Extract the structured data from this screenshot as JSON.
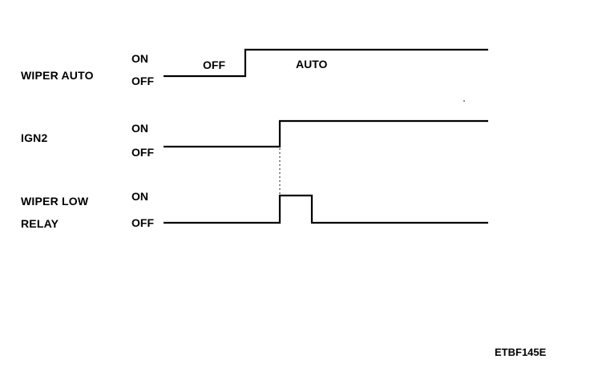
{
  "signals": [
    {
      "id": "wiper_auto",
      "label": "WIPER AUTO",
      "on_label": "ON",
      "off_label": "OFF",
      "transitions": "OFF until switched, then ON (AUTO)"
    },
    {
      "id": "ign2",
      "label": "IGN2",
      "on_label": "ON",
      "off_label": "OFF"
    },
    {
      "id": "wiper_low_relay",
      "label_line1": "WIPER LOW",
      "label_line2": "RELAY",
      "on_label": "ON",
      "off_label": "OFF"
    }
  ],
  "annotations": {
    "phase_off": "OFF",
    "phase_auto": "AUTO"
  },
  "figure_code": "ETBF145E"
}
